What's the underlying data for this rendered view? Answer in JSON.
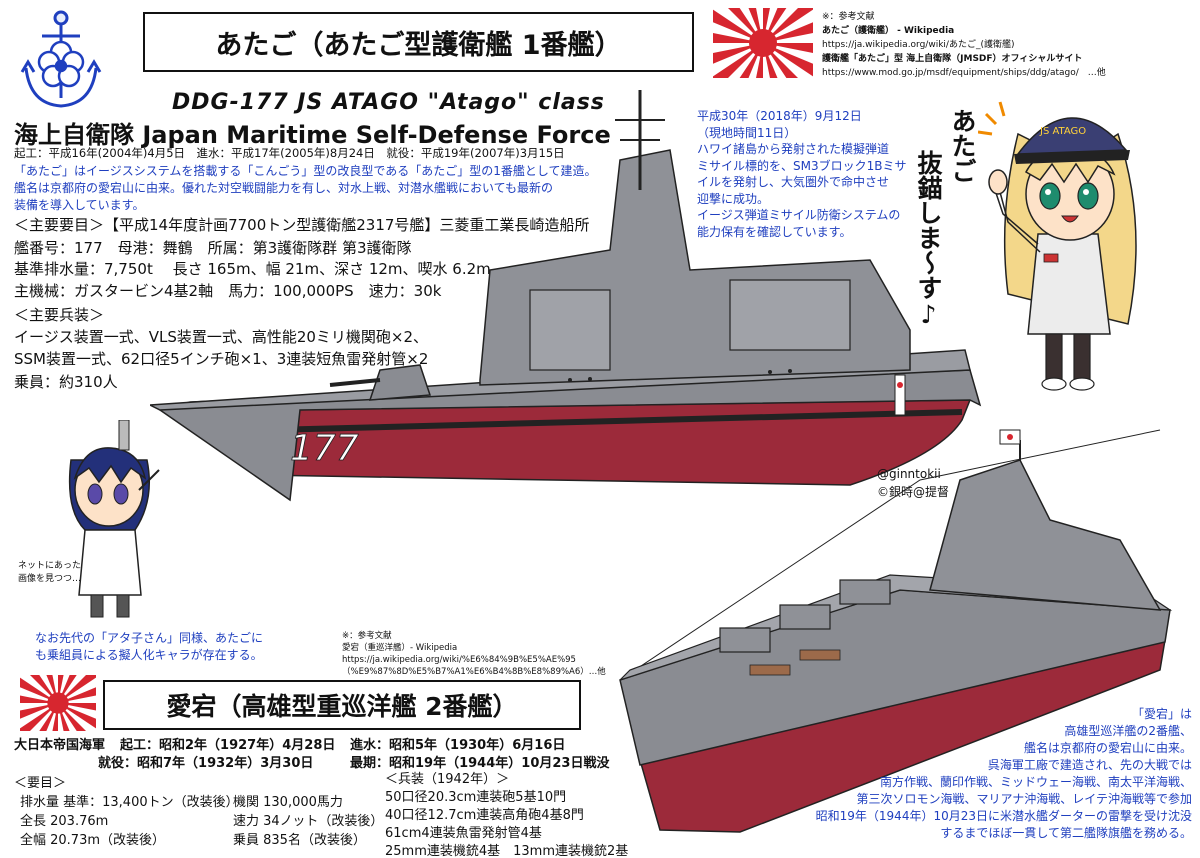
{
  "atago": {
    "title": "あたご（あたご型護衛艦 1番艦）",
    "eng_title": "DDG-177  JS  ATAGO  \"Atago\" class",
    "org_line": "海上自衛隊  Japan Maritime Self-Defense Force",
    "dates": "起工：平成16年(2004年)4月5日　進水：平成17年(2005年)8月24日　就役：平成19年(2007年)3月15日",
    "desc1": "「あたご」はイージスシステムを搭載する「こんごう」型の改良型である「あたご」型の1番艦として建造。",
    "desc2": "艦名は京都府の愛宕山に由来。優れた対空戦闘能力を有し、対水上戦、対潜水艦戦においても最新の",
    "desc3": "装備を導入しています。",
    "spec_head": "＜主要要目＞【平成14年度計画7700トン型護衛艦2317号艦】三菱重工業長崎造船所",
    "spec1": "艦番号：177　母港：舞鶴　所属：第3護衛隊群 第3護衛隊",
    "spec2": "基準排水量：7,750t　 長さ 165m、幅 21m、深さ 12m、喫水 6.2m",
    "spec3": "主機械：ガスタービン4基2軸　馬力：100,000PS　速力：30k",
    "arm_head": "＜主要兵装＞",
    "arm1": "イージス装置一式、VLS装置一式、高性能20ミリ機関砲×2、",
    "arm2": "SSM装置一式、62口径5インチ砲×1、3連装短魚雷発射管×2",
    "arm3": "乗員：約310人",
    "hull_number": "177"
  },
  "refs_top": {
    "head": "※：参考文献",
    "r1": "あたご（護衛艦） - Wikipedia",
    "r2": "https://ja.wikipedia.org/wiki/あたご_(護衛艦)",
    "r3": "護衛艦「あたご」型 海上自衛隊（JMSDF）オフィシャルサイト",
    "r4": "https://www.mod.go.jp/msdf/equipment/ships/ddg/atago/　…他"
  },
  "blue_note": {
    "l1": "平成30年（2018年）9月12日",
    "l2": "（現地時間11日）",
    "l3": "ハワイ諸島から発射された模擬弾道",
    "l4": "ミサイル標的を、SM3ブロック1Bミサ",
    "l5": "イルを発射し、大気圏外で命中させ",
    "l6": "迎撃に成功。",
    "l7": "イージス弾道ミサイル防衛システムの",
    "l8": "能力保有を確認しています。"
  },
  "girl_speech": {
    "col1": "あたご",
    "col2": "抜錨しま〜す♪"
  },
  "cap_text": "JS ATAGO",
  "signature": {
    "handle": "@ginntokii",
    "copyright": "©銀時@提督"
  },
  "small_note": {
    "l1": "ネットにあった",
    "l2": "画像を見つつ…"
  },
  "anon_note": {
    "l1": "なお先代の「アタ子さん」同様、あたごに",
    "l2": "も乗組員による擬人化キャラが存在する。"
  },
  "refs_mid": {
    "head": "※：参考文献",
    "r1": "愛宕（重巡洋艦）- Wikipedia",
    "r2": "https://ja.wikipedia.org/wiki/%E6%84%9B%E5%AE%95",
    "r3": "（%E9%87%8D%E5%B7%A1%E6%B4%8B%E8%89%A6）…他"
  },
  "aigo": {
    "title": "愛宕（高雄型重巡洋艦 2番艦）",
    "navy": "大日本帝国海軍",
    "d1": "起工：昭和2年（1927年）4月28日",
    "d2": "進水：昭和5年（1930年）6月16日",
    "d3": "就役：昭和7年（1932年）3月30日",
    "d4": "最期：昭和19年（1944年）10月23日戦没",
    "spec_head": "＜要目＞",
    "s1": "排水量 基準：13,400トン（改装後）",
    "s2": "全長 203.76m",
    "s3": "全幅 20.73m（改装後）",
    "s4": "機関 130,000馬力",
    "s5": "速力 34ノット（改装後）",
    "s6": "乗員 835名（改装後）",
    "arm_head": "＜兵装（1942年）＞",
    "a1": "50口径20.3cm連装砲5基10門",
    "a2": "40口径12.7cm連装高角砲4基8門",
    "a3": "61cm4連装魚雷発射管4基",
    "a4": "25mm連装機銃4基　13mm連装機銃2基"
  },
  "aigo_desc": {
    "l1": "「愛宕」は",
    "l2": "高雄型巡洋艦の2番艦、",
    "l3": "艦名は京都府の愛宕山に由来。",
    "l4": "呉海軍工廠で建造され、先の大戦では",
    "l5": "南方作戦、蘭印作戦、ミッドウェー海戦、南太平洋海戦、",
    "l6": "第三次ソロモン海戦、マリアナ沖海戦、レイテ沖海戦等で参加",
    "l7": "昭和19年（1944年）10月23日に米潜水艦ダーターの雷撃を受け沈没",
    "l8": "するまでほぼ一貫して第二艦隊旗艦を務める。"
  },
  "colors": {
    "blue_text": "#1f3fbf",
    "flag_red": "#d7262f",
    "hull_gray": "#8a8c92",
    "hull_red": "#9c2a3a"
  }
}
